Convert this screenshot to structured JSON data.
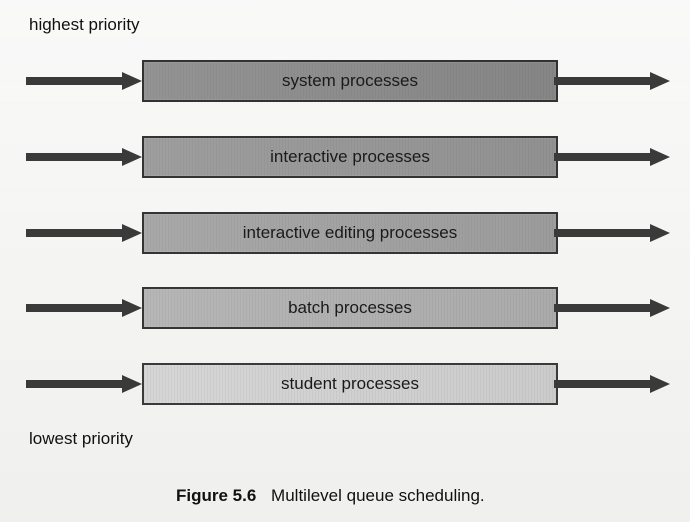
{
  "diagram": {
    "top_label": "highest priority",
    "bottom_label": "lowest priority",
    "caption_label": "Figure 5.6",
    "caption_text": "Multilevel queue scheduling.",
    "queues": [
      {
        "label": "system processes",
        "fill": "#8a8a8a",
        "stroke": "#323232"
      },
      {
        "label": "interactive processes",
        "fill": "#969696",
        "stroke": "#343434"
      },
      {
        "label": "interactive editing processes",
        "fill": "#a1a1a1",
        "stroke": "#343434"
      },
      {
        "label": "batch processes",
        "fill": "#b0b0b0",
        "stroke": "#353535"
      },
      {
        "label": "student processes",
        "fill": "#d2d2d2",
        "stroke": "#3a3a3a"
      }
    ]
  }
}
